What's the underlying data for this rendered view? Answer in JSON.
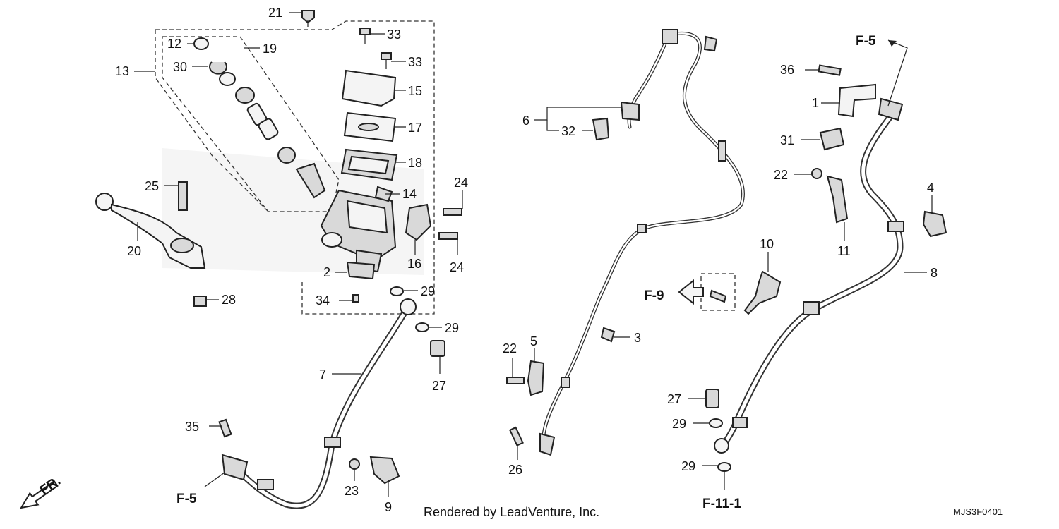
{
  "callouts": [
    {
      "n": "21"
    },
    {
      "n": "33"
    },
    {
      "n": "33"
    },
    {
      "n": "12"
    },
    {
      "n": "19"
    },
    {
      "n": "30"
    },
    {
      "n": "13"
    },
    {
      "n": "15"
    },
    {
      "n": "17"
    },
    {
      "n": "18"
    },
    {
      "n": "14"
    },
    {
      "n": "25"
    },
    {
      "n": "24"
    },
    {
      "n": "16"
    },
    {
      "n": "24"
    },
    {
      "n": "20"
    },
    {
      "n": "2"
    },
    {
      "n": "29"
    },
    {
      "n": "28"
    },
    {
      "n": "34"
    },
    {
      "n": "29"
    },
    {
      "n": "27"
    },
    {
      "n": "7"
    },
    {
      "n": "35"
    },
    {
      "n": "23"
    },
    {
      "n": "9"
    },
    {
      "n": "6"
    },
    {
      "n": "32"
    },
    {
      "n": "3"
    },
    {
      "n": "22"
    },
    {
      "n": "5"
    },
    {
      "n": "26"
    },
    {
      "n": "10"
    },
    {
      "n": "36"
    },
    {
      "n": "1"
    },
    {
      "n": "31"
    },
    {
      "n": "22"
    },
    {
      "n": "4"
    },
    {
      "n": "11"
    },
    {
      "n": "8"
    },
    {
      "n": "27"
    },
    {
      "n": "29"
    },
    {
      "n": "29"
    }
  ],
  "references": {
    "f5_bottom": "F-5",
    "f5_top": "F-5",
    "f9": "F-9",
    "f11": "F-11-1",
    "front": "FR."
  },
  "footer": {
    "credit": "Rendered by LeadVenture, Inc.",
    "diagram_code": "MJS3F0401"
  }
}
